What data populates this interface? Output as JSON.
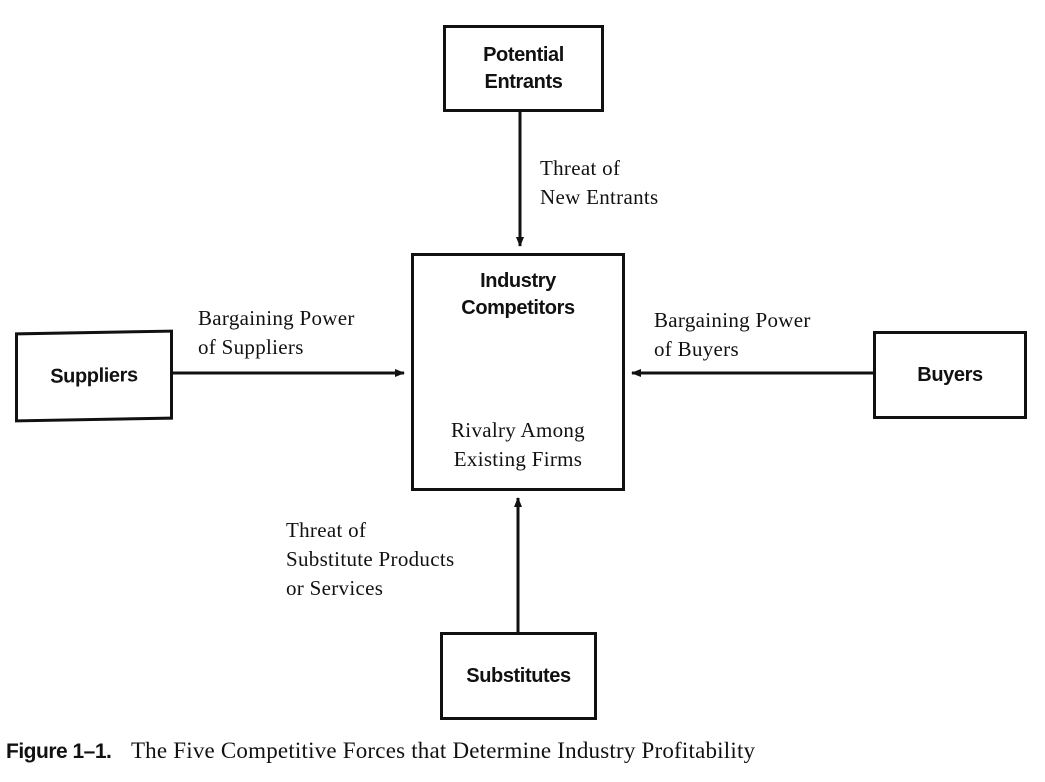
{
  "diagram": {
    "nodes": {
      "potential_entrants": {
        "line1": "Potential",
        "line2": "Entrants"
      },
      "industry_competitors": {
        "line1": "Industry",
        "line2": "Competitors",
        "inner_line1": "Rivalry Among",
        "inner_line2": "Existing Firms"
      },
      "suppliers": {
        "label": "Suppliers"
      },
      "buyers": {
        "label": "Buyers"
      },
      "substitutes": {
        "label": "Substitutes"
      }
    },
    "edges": {
      "new_entrants": {
        "from": "Potential Entrants",
        "to": "Industry Competitors",
        "line1": "Threat of",
        "line2": "New Entrants"
      },
      "suppliers": {
        "from": "Suppliers",
        "to": "Industry Competitors",
        "line1": "Bargaining Power",
        "line2": "of Suppliers"
      },
      "buyers": {
        "from": "Buyers",
        "to": "Industry Competitors",
        "line1": "Bargaining Power",
        "line2": "of Buyers"
      },
      "substitutes": {
        "from": "Substitutes",
        "to": "Industry Competitors",
        "line1": "Threat of",
        "line2": "Substitute Products",
        "line3": "or Services"
      }
    }
  },
  "caption": {
    "figure_number": "Figure 1–1.",
    "text": "The Five Competitive Forces that Determine Industry Profitability"
  }
}
